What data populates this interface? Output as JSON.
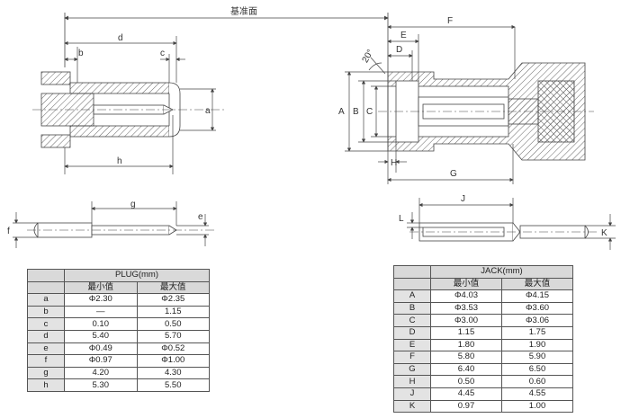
{
  "drawing": {
    "datum_label": "基准面",
    "angle_label": "20°",
    "plug_dims": [
      "b",
      "d",
      "c",
      "a",
      "h",
      "g",
      "f",
      "e"
    ],
    "jack_dims": [
      "F",
      "E",
      "D",
      "A",
      "B",
      "C",
      "H",
      "G",
      "J",
      "L",
      "K"
    ]
  },
  "plug_table": {
    "title": "PLUG(mm)",
    "min_header": "最小值",
    "max_header": "最大值",
    "rows": [
      {
        "key": "a",
        "min": "Φ2.30",
        "max": "Φ2.35"
      },
      {
        "key": "b",
        "min": "—",
        "max": "1.15"
      },
      {
        "key": "c",
        "min": "0.10",
        "max": "0.50"
      },
      {
        "key": "d",
        "min": "5.40",
        "max": "5.70"
      },
      {
        "key": "e",
        "min": "Φ0.49",
        "max": "Φ0.52"
      },
      {
        "key": "f",
        "min": "Φ0.97",
        "max": "Φ1.00"
      },
      {
        "key": "g",
        "min": "4.20",
        "max": "4.30"
      },
      {
        "key": "h",
        "min": "5.30",
        "max": "5.50"
      }
    ]
  },
  "jack_table": {
    "title": "JACK(mm)",
    "min_header": "最小值",
    "max_header": "最大值",
    "rows": [
      {
        "key": "A",
        "min": "Φ4.03",
        "max": "Φ4.15"
      },
      {
        "key": "B",
        "min": "Φ3.53",
        "max": "Φ3.60"
      },
      {
        "key": "C",
        "min": "Φ3.00",
        "max": "Φ3.06"
      },
      {
        "key": "D",
        "min": "1.15",
        "max": "1.75"
      },
      {
        "key": "E",
        "min": "1.80",
        "max": "1.90"
      },
      {
        "key": "F",
        "min": "5.80",
        "max": "5.90"
      },
      {
        "key": "G",
        "min": "6.40",
        "max": "6.50"
      },
      {
        "key": "H",
        "min": "0.50",
        "max": "0.60"
      },
      {
        "key": "J",
        "min": "4.45",
        "max": "4.55"
      },
      {
        "key": "K",
        "min": "0.97",
        "max": "1.00"
      }
    ]
  }
}
